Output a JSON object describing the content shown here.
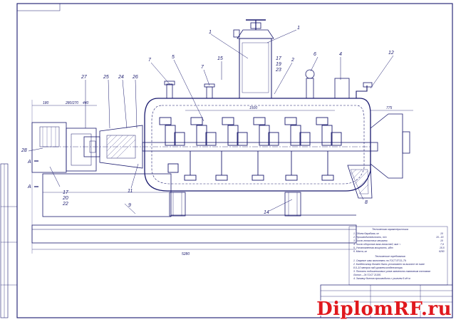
{
  "callouts": [
    {
      "id": "c1",
      "label": "1"
    },
    {
      "id": "c1b",
      "label": "1"
    },
    {
      "id": "c2",
      "label": "2"
    },
    {
      "id": "c4",
      "label": "4"
    },
    {
      "id": "c5",
      "label": "5"
    },
    {
      "id": "c6",
      "label": "6"
    },
    {
      "id": "c7a",
      "label": "7"
    },
    {
      "id": "c7b",
      "label": "7"
    },
    {
      "id": "c8",
      "label": "8"
    },
    {
      "id": "c9",
      "label": "9"
    },
    {
      "id": "c11",
      "label": "11"
    },
    {
      "id": "c12",
      "label": "12"
    },
    {
      "id": "c14",
      "label": "14"
    },
    {
      "id": "c15",
      "label": "15"
    },
    {
      "id": "c17",
      "label": "17"
    },
    {
      "id": "c19",
      "label": "19"
    },
    {
      "id": "c23",
      "label": "23"
    },
    {
      "id": "c24",
      "label": "24"
    },
    {
      "id": "c25",
      "label": "25"
    },
    {
      "id": "c26",
      "label": "26"
    },
    {
      "id": "c27",
      "label": "27"
    },
    {
      "id": "c28",
      "label": "28"
    },
    {
      "id": "c17b",
      "label": "17"
    },
    {
      "id": "c20",
      "label": "20"
    },
    {
      "id": "c22",
      "label": "22"
    }
  ],
  "section_marks": [
    "A",
    "A"
  ],
  "dimensions": {
    "d180": "180",
    "d280": "280/270",
    "d440": "440",
    "d1500": "1500",
    "d775": "775",
    "d5280": "5280"
  },
  "spec_title": "Техническая характеристика",
  "spec_rows": [
    {
      "text": "1. Объем барабана, м³",
      "val": "10"
    },
    {
      "text": "2. Производительность, т/ч",
      "val": "10...15"
    },
    {
      "text": "3. Число лопастных мешалок",
      "val": "10"
    },
    {
      "text": "4. Число оборотов вала лопастей, мин⁻¹",
      "val": "7,9"
    },
    {
      "text": "5. Установленная мощность, кВт",
      "val": "15,5"
    },
    {
      "text": "6. Масса, кг",
      "val": "6250"
    }
  ],
  "req_title": "Технические требования",
  "req_rows": [
    "1. Сварные швы выполнять по ГОСТ 8713–79.",
    "2. Конденсатор должен быть установлен на высоте не ниже",
    "8,5–10 метров над уровнем конденсатора.",
    "3. Полости подшипниковых узлов заполнить смазочным составом",
    "Литол – 24 ГОСТ 21150.",
    "4. Заливку болтов производить с усилием 5 кН·м"
  ],
  "watermark": "DiplomRF.ru"
}
